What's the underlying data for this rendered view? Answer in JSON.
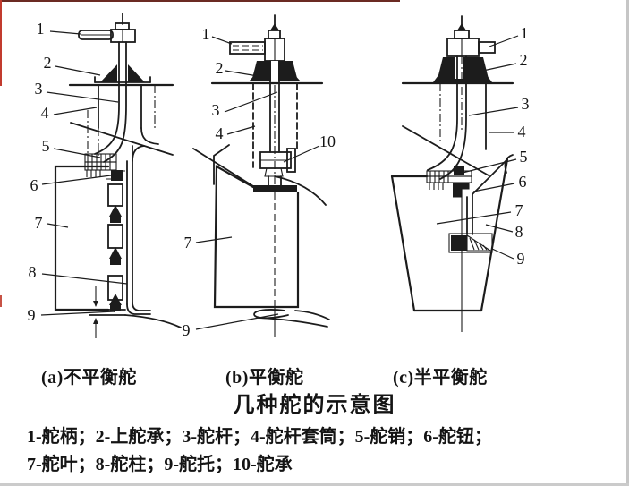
{
  "figure": {
    "background": "#ffffff",
    "ink_color": "#1c1c1c",
    "captions": {
      "a": "(a)不平衡舵",
      "b": "(b)平衡舵",
      "c": "(c)半平衡舵"
    },
    "title": "几种舵的示意图",
    "legend": {
      "line1": "1-舵柄；2-上舵承；3-舵杆；4-舵杆套筒；5-舵销；6-舵钮；",
      "line2": "7-舵叶；8-舵柱；9-舵托；10-舵承"
    },
    "diagrams": {
      "a": {
        "callouts": [
          "1",
          "2",
          "3",
          "4",
          "5",
          "6",
          "7",
          "8",
          "9"
        ]
      },
      "b": {
        "callouts": [
          "1",
          "2",
          "3",
          "4",
          "10",
          "7",
          "9"
        ]
      },
      "c": {
        "callouts": [
          "1",
          "2",
          "3",
          "4",
          "5",
          "6",
          "7",
          "8",
          "9"
        ]
      }
    }
  }
}
